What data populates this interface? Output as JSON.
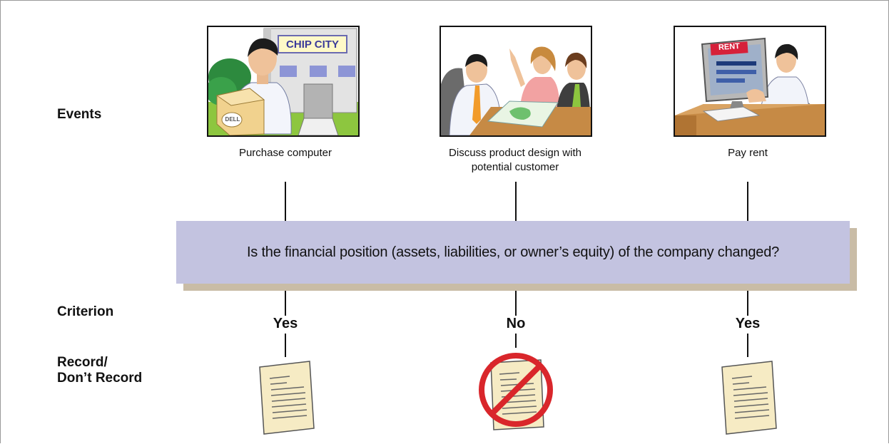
{
  "row_labels": {
    "events": "Events",
    "criterion": "Criterion",
    "record_line1": "Record/",
    "record_line2": "Don’t Record"
  },
  "events": [
    {
      "caption": "Purchase computer",
      "sign_text": "CHIP CITY",
      "box_text": "DELL"
    },
    {
      "caption_line1": "Discuss product design with",
      "caption_line2": "potential customer"
    },
    {
      "caption": "Pay rent",
      "screen_text": "RENT"
    }
  ],
  "criterion": "Is the financial position (assets, liabilities, or owner’s equity) of the company changed?",
  "answers": [
    "Yes",
    "No",
    "Yes"
  ],
  "colors": {
    "criterion_fill": "#c3c3e0",
    "criterion_shadow": "#c9bca6",
    "document_fill": "#f6ebc4",
    "no_symbol": "#d9262b"
  }
}
